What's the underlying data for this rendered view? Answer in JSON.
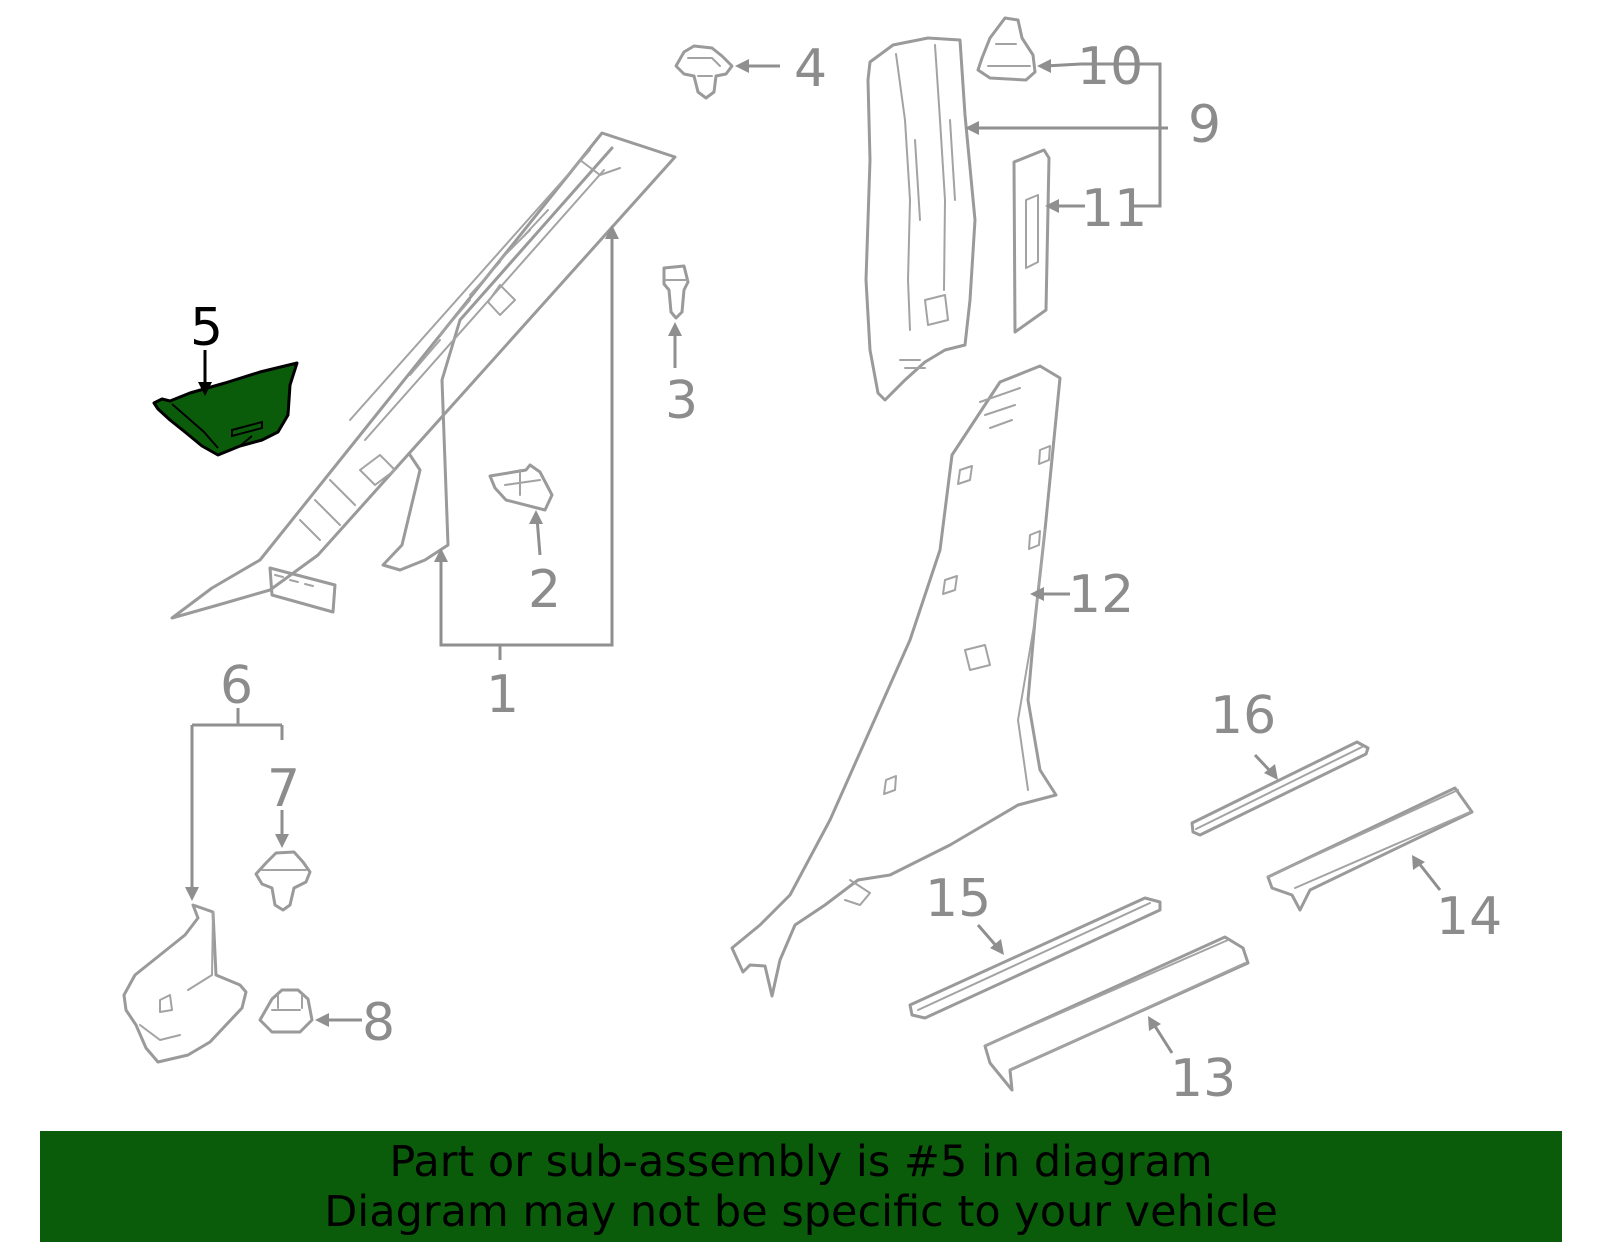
{
  "callouts": {
    "c1": "1",
    "c2": "2",
    "c3": "3",
    "c4": "4",
    "c5": "5",
    "c6": "6",
    "c7": "7",
    "c8": "8",
    "c9": "9",
    "c10": "10",
    "c11": "11",
    "c12": "12",
    "c13": "13",
    "c14": "14",
    "c15": "15",
    "c16": "16"
  },
  "highlight": {
    "part_number": "5",
    "color": "#0a5c0a"
  },
  "banner": {
    "line1": "Part or sub-assembly is #5 in diagram",
    "line2": "Diagram may not be specific to your vehicle",
    "background": "#0a5c0a"
  }
}
